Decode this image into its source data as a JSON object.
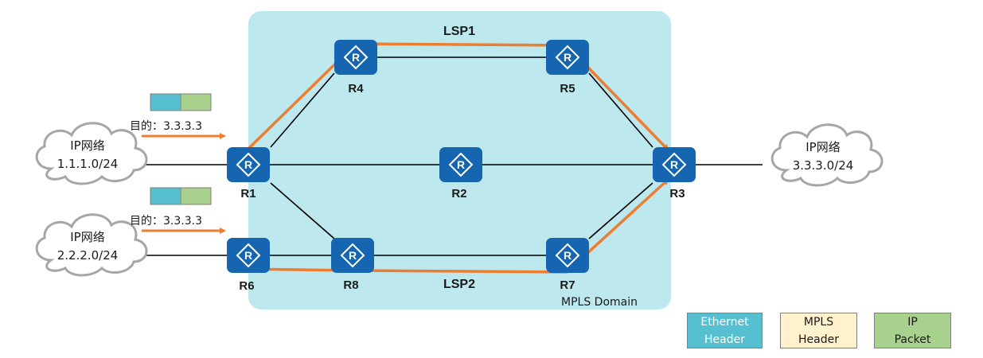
{
  "domain_label": "MPLS Domain",
  "lsp_labels": [
    "LSP1",
    "LSP2"
  ],
  "routers": [
    {
      "id": "R1",
      "label": "R1"
    },
    {
      "id": "R2",
      "label": "R2"
    },
    {
      "id": "R3",
      "label": "R3"
    },
    {
      "id": "R4",
      "label": "R4"
    },
    {
      "id": "R5",
      "label": "R5"
    },
    {
      "id": "R6",
      "label": "R6"
    },
    {
      "id": "R7",
      "label": "R7"
    },
    {
      "id": "R8",
      "label": "R8"
    }
  ],
  "router_glyph": "R",
  "clouds": [
    {
      "title": "IP网络",
      "subnet": "1.1.1.0/24"
    },
    {
      "title": "IP网络",
      "subnet": "2.2.2.0/24"
    },
    {
      "title": "IP网络",
      "subnet": "3.3.3.0/24"
    }
  ],
  "packets": [
    {
      "dest_label": "目的：",
      "dest_ip": "3.3.3.3"
    },
    {
      "dest_label": "目的：",
      "dest_ip": "3.3.3.3"
    }
  ],
  "legend": [
    {
      "line1": "Ethernet",
      "line2": "Header",
      "color": "#56c0d0",
      "text_color": "#ffffff"
    },
    {
      "line1": "MPLS",
      "line2": "Header",
      "color": "#fff2cc",
      "text_color": "#1a1a1a"
    },
    {
      "line1": "IP",
      "line2": "Packet",
      "color": "#a9d18e",
      "text_color": "#1a1a1a"
    }
  ],
  "colors": {
    "domain_fill": "#bde8ee",
    "router_fill": "#1565b0",
    "lsp_path": "#ed7d31",
    "link": "#000000",
    "cloud_stroke": "#a6a6a6"
  }
}
